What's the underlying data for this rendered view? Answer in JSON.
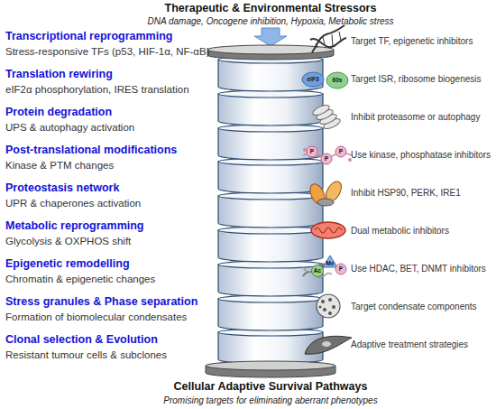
{
  "diagram": {
    "title": "Therapeutic & Environmental Stressors",
    "caption": "Cellular Adaptive Survival Pathways",
    "labels": [
      "DNA damage, Oncogene inhibition, Hypoxia, Metabolic stress",
      "Transcriptional reprogramming",
      "Stress-responsive TFs (p53, HIF-1α, NF-αB)",
      "Target TF, epigenetic inhibitors",
      "Translation rewiring",
      "eIF2α phosphorylation, IRES translation",
      "Target ISR, ribosome biogenesis",
      "Protein degradation",
      "UPS & autophagy activation",
      "Inhibit proteasome or autophagy",
      "Post-translational modifications",
      "Kinase & PTM changes",
      "Use kinase, phosphatase inhibitors",
      "Proteostasis network",
      "UPR & chaperones activation",
      "Inhibit HSP90, PERK, IRE1",
      "Metabolic reprogramming",
      "Glycolysis & OXPHOS shift",
      "Dual metabolic inhibitors",
      "Epigenetic remodelling",
      "Chromatin & epigenetic changes",
      "Use HDAC, BET, DNMT inhibitors",
      "Stress granules & Phase separation",
      "Formation of biomolecular condensates",
      "Target condensate components",
      "Clonal selection & Evolution",
      "Resistant tumour cells & subclones",
      "Adaptive treatment strategies",
      "Promising targets for eliminating aberrant phenotypes",
      "eIF3",
      "60s",
      "P",
      "P",
      "P",
      "Ac",
      "Me",
      "P"
    ]
  }
}
